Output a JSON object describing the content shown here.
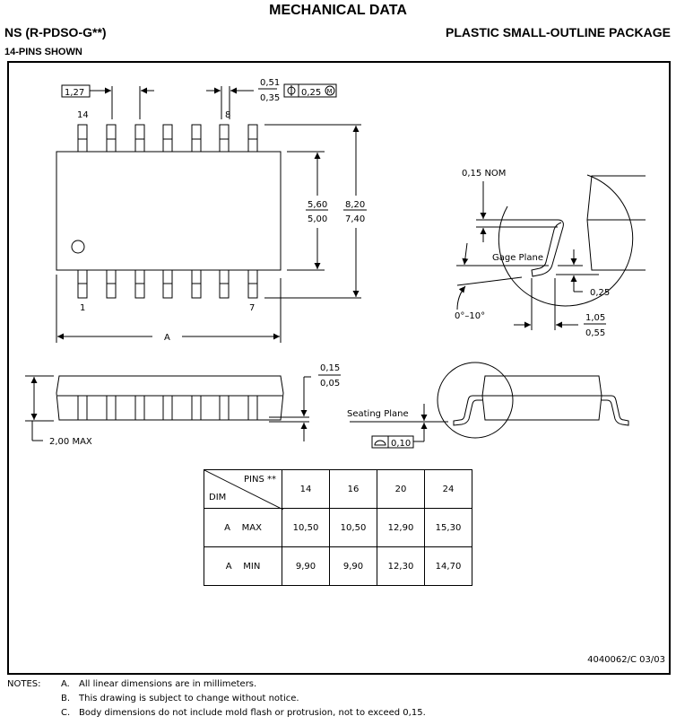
{
  "header": {
    "title": "MECHANICAL DATA",
    "package_code": "NS (R-PDSO-G**)",
    "package_name": "PLASTIC SMALL-OUTLINE PACKAGE",
    "pins_shown": "14-PINS SHOWN"
  },
  "top_view": {
    "pitch": "1,27",
    "lead_width_max": "0,51",
    "lead_width_min": "0,35",
    "position_tolerance": "0,25",
    "position_symbol": "position-icon",
    "mmc_symbol": "M",
    "pin_label_top_left": "14",
    "pin_label_top_right": "8",
    "pin_label_bottom_left": "1",
    "pin_label_bottom_right": "7",
    "body_width_max": "5,60",
    "body_width_min": "5,00",
    "overall_width_max": "8,20",
    "overall_width_min": "7,40",
    "length_label": "A"
  },
  "detail_view": {
    "lead_thickness": "0,15 NOM",
    "gage_plane": "Gage Plane",
    "gage_height": "0,25",
    "angle": "0°–10°",
    "foot_length_max": "1,05",
    "foot_length_min": "0,55"
  },
  "side_view": {
    "height_max": "2,00 MAX",
    "standoff_max": "0,15",
    "standoff_min": "0,05",
    "seating_plane": "Seating Plane",
    "coplanarity": "0,10",
    "coplanarity_symbol": "profile-icon"
  },
  "dim_table": {
    "corner_pins": "PINS **",
    "corner_dim": "DIM",
    "columns": [
      "14",
      "16",
      "20",
      "24"
    ],
    "rows": [
      {
        "label": "A    MAX",
        "values": [
          "10,50",
          "10,50",
          "12,90",
          "15,30"
        ]
      },
      {
        "label": "A    MIN",
        "values": [
          "9,90",
          "9,90",
          "12,30",
          "14,70"
        ]
      }
    ]
  },
  "doc_number": "4040062/C 03/03",
  "notes": {
    "label": "NOTES:",
    "items": [
      {
        "letter": "A.",
        "text": "All linear dimensions are in millimeters."
      },
      {
        "letter": "B.",
        "text": "This drawing is subject to change without notice."
      },
      {
        "letter": "C.",
        "text": "Body dimensions do not include mold flash or protrusion, not to exceed 0,15."
      }
    ]
  }
}
